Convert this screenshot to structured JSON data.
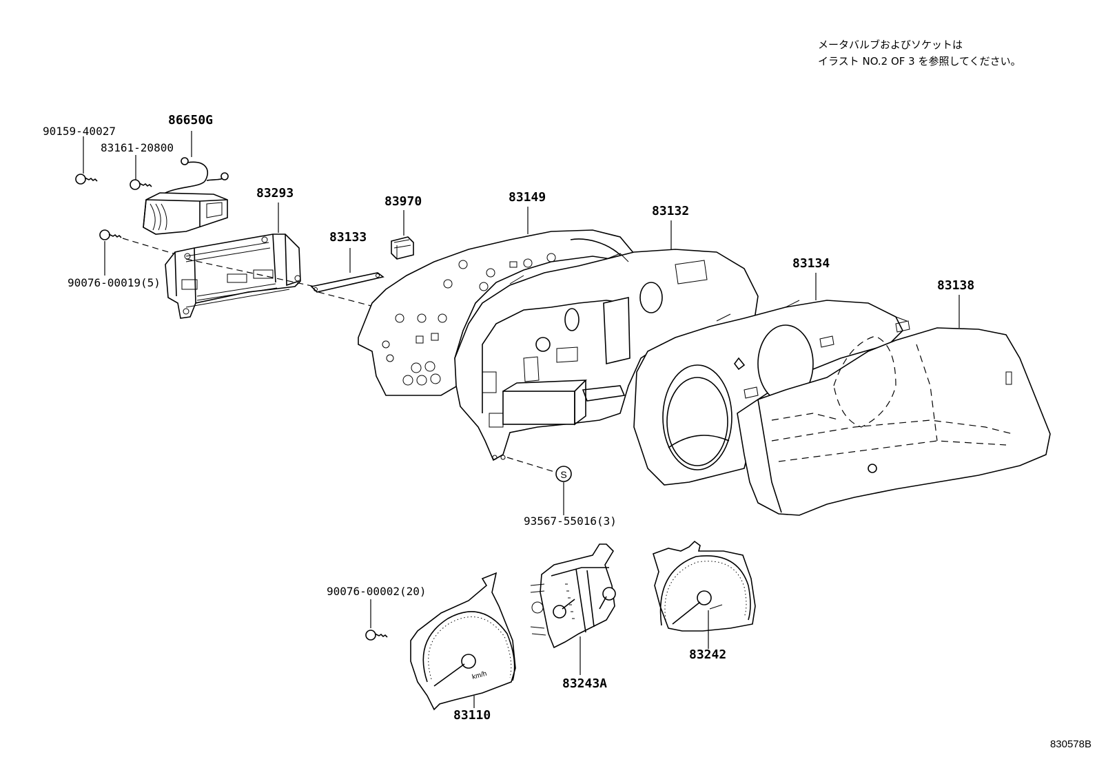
{
  "note": {
    "line1": "メータバルブおよびソケットは",
    "line2": "イラスト NO.2 OF 3 を参照してください。"
  },
  "figure_ref": "830578B",
  "symbol_s": "S",
  "parts": {
    "p90159": "90159-40027",
    "p83161": "83161-20800",
    "p86650G": "86650G",
    "p83293": "83293",
    "p90076_19": "90076-00019(5)",
    "p83133": "83133",
    "p83970": "83970",
    "p83149": "83149",
    "p83132": "83132",
    "p83134": "83134",
    "p83138": "83138",
    "p93567": "93567-55016(3)",
    "p90076_02": "90076-00002(20)",
    "p83110": "83110",
    "p83243A": "83243A",
    "p83242": "83242"
  },
  "gauge_text": {
    "kmh": "km/h"
  }
}
